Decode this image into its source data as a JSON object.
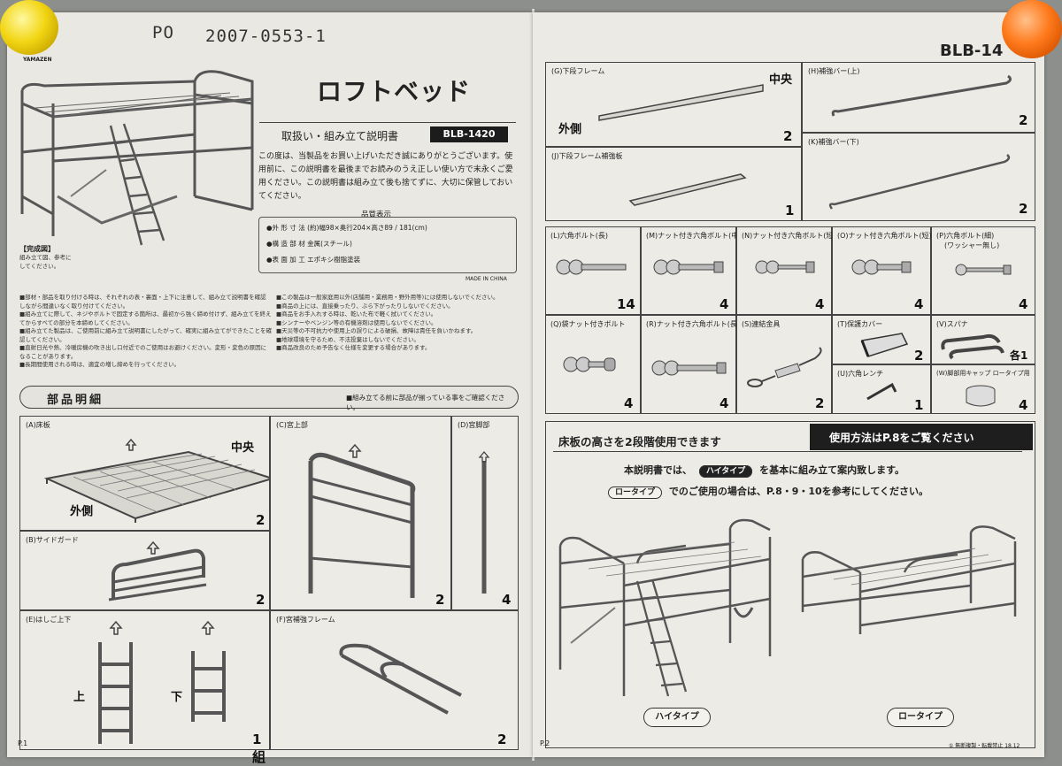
{
  "handwriting": {
    "po": "PO",
    "number": "2007-0553-1"
  },
  "brand": "YAMAZEN",
  "page1": {
    "title": "ロフトベッド",
    "subtitle": "取扱い・組み立て説明書",
    "model": "BLB-1420",
    "intro": "この度は、当製品をお買い上げいただき誠にありがとうございます。使用前に、この説明書を最後までお読みのうえ正しい使い方で末永くご愛用ください。この説明書は組み立て後も捨てずに、大切に保管しておいてください。",
    "quality_title": "品質表示",
    "quality": [
      "●外 形 寸 法 (約)幅98×奥行204×高さ89 / 181(cm)",
      "●構 造 部 材 金属(スチール)",
      "●表 面 加 工 エポキシ樹脂塗装"
    ],
    "made_in": "MADE IN CHINA",
    "complete_label": "【完成図】",
    "complete_note": "組み立て図、参考にしてください。",
    "notes_left": [
      "■部材・部品を取り付ける時は、それぞれの表・裏面・上下に注意して、組み立て説明書を確認しながら間違いなく取り付けてください。",
      "■組み立てに際して、ネジやボルトで固定する箇所は、最初から強く締め付けず、組み立てを終えてからすべての部分を本締めしてください。",
      "■組み立てた製品は、ご使用前に組み立て説明書にしたがって、確実に組み立てができたことを確認してください。",
      "■直射日光や熱、冷暖房機の吹き出し口付近でのご使用はお避けください。変形・変色の原因になることがあります。",
      "■長期間使用される時は、適宜の増し締めを行ってください。"
    ],
    "notes_right": [
      "■この製品は一般家庭用以外(店舗用・業務用・野外用等)には使用しないでください。",
      "■商品の上には、直接乗ったり、ぶら下がったりしないでください。",
      "■商品をお手入れする時は、乾いた布で軽く拭いてください。",
      "■シンナーやベンジン等の有機溶剤は使用しないでください。",
      "■天災等の不可抗力や使用上の誤りによる破損、故障は責任を負いかねます。",
      "■地球環境を守るため、不法投棄はしないでください。",
      "■商品改良のため予告なく仕様を変更する場合があります。"
    ],
    "parts_heading": "部品明細",
    "parts_note": "■組み立てる前に部品が揃っている事をご確認ください。",
    "parts": [
      {
        "label": "(A)床板",
        "qty": "2",
        "center": "中央",
        "outer": "外側"
      },
      {
        "label": "(C)宮上部",
        "qty": "2"
      },
      {
        "label": "(D)宮脚部",
        "qty": "4"
      },
      {
        "label": "(B)サイドガード",
        "qty": "2"
      },
      {
        "label": "(E)はしご上下",
        "qty": "1組",
        "top": "上",
        "bottom": "下"
      },
      {
        "label": "(F)宮補強フレーム",
        "qty": "2"
      }
    ],
    "page_no": "P.1"
  },
  "page2": {
    "model": "BLB-14",
    "parts": [
      {
        "label": "(G)下段フレーム",
        "qty": "2",
        "center": "中央",
        "outer": "外側"
      },
      {
        "label": "(H)補強バー(上)",
        "qty": "2"
      },
      {
        "label": "(J)下段フレーム補強板",
        "qty": "1"
      },
      {
        "label": "(K)補強バー(下)",
        "qty": "2"
      },
      {
        "label": "(L)六角ボルト(長)",
        "qty": "14"
      },
      {
        "label": "(M)ナット付き六角ボルト(中)",
        "qty": "4"
      },
      {
        "label": "(N)ナット付き六角ボルト(短・細)",
        "qty": "4"
      },
      {
        "label": "(O)ナット付き六角ボルト(短)",
        "qty": "4"
      },
      {
        "label": "(P)六角ボルト(細)",
        "sub": "(ワッシャー無し)",
        "qty": "4"
      },
      {
        "label": "(Q)袋ナット付きボルト",
        "qty": "4"
      },
      {
        "label": "(R)ナット付き六角ボルト(長)",
        "qty": "4"
      },
      {
        "label": "(S)連結金具",
        "qty": "2"
      },
      {
        "label": "(T)保護カバー",
        "qty": "2"
      },
      {
        "label": "(V)スパナ",
        "qty": "各1"
      },
      {
        "label": "(U)六角レンチ",
        "qty": "1"
      },
      {
        "label": "(W)脚部用キャップ ロータイプ用",
        "qty": "4"
      }
    ],
    "usage_left": "床板の高さを2段階使用できます",
    "usage_right": "使用方法はP.8をご覧ください",
    "line1_pre": "本説明書では、",
    "line1_pill": "ハイタイプ",
    "line1_post": "を基本に組み立て案内致します。",
    "line2_pill": "ロータイプ",
    "line2_post": "でのご使用の場合は、P.8・9・10を参考にしてください。",
    "high_label": "ハイタイプ",
    "low_label": "ロータイプ",
    "page_no": "P.2",
    "footer": "① 無断複製・転載禁止 18.12"
  }
}
